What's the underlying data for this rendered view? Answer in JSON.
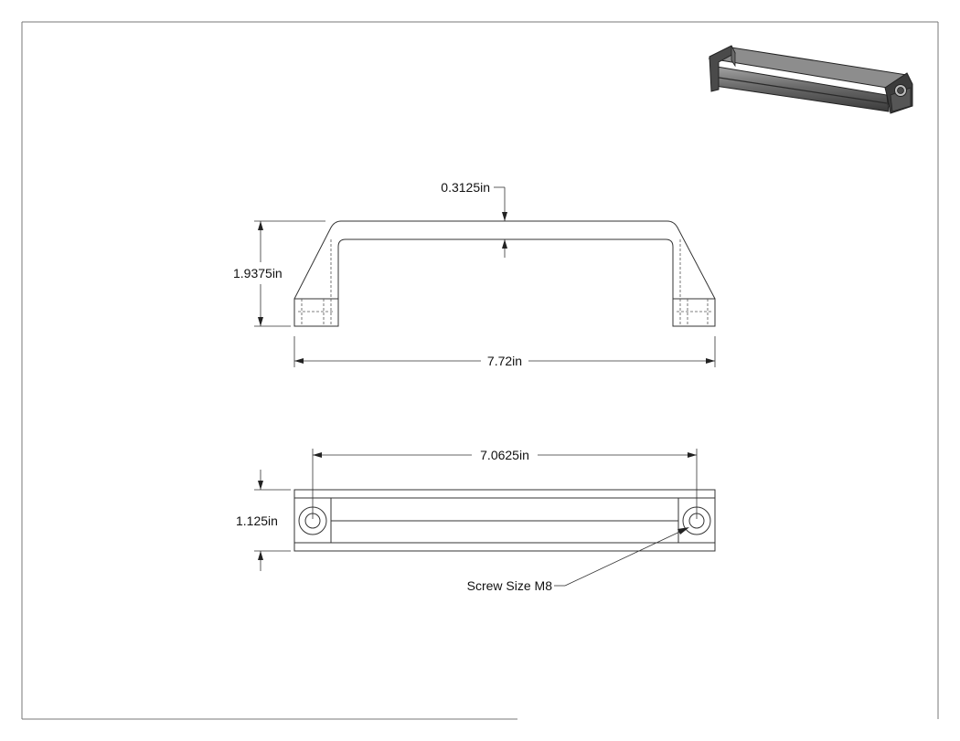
{
  "drawing": {
    "front_view": {
      "thickness_label": "0.3125in",
      "height_label": "1.9375in",
      "length_label": "7.72in"
    },
    "top_view": {
      "hole_spacing_label": "7.0625in",
      "width_label": "1.125in",
      "screw_note": "Screw Size M8"
    },
    "colors": {
      "line": "#333333",
      "iso_body": "#5a5a5a",
      "iso_highlight": "#9a9a9a",
      "iso_shadow": "#2a2a2a"
    }
  }
}
